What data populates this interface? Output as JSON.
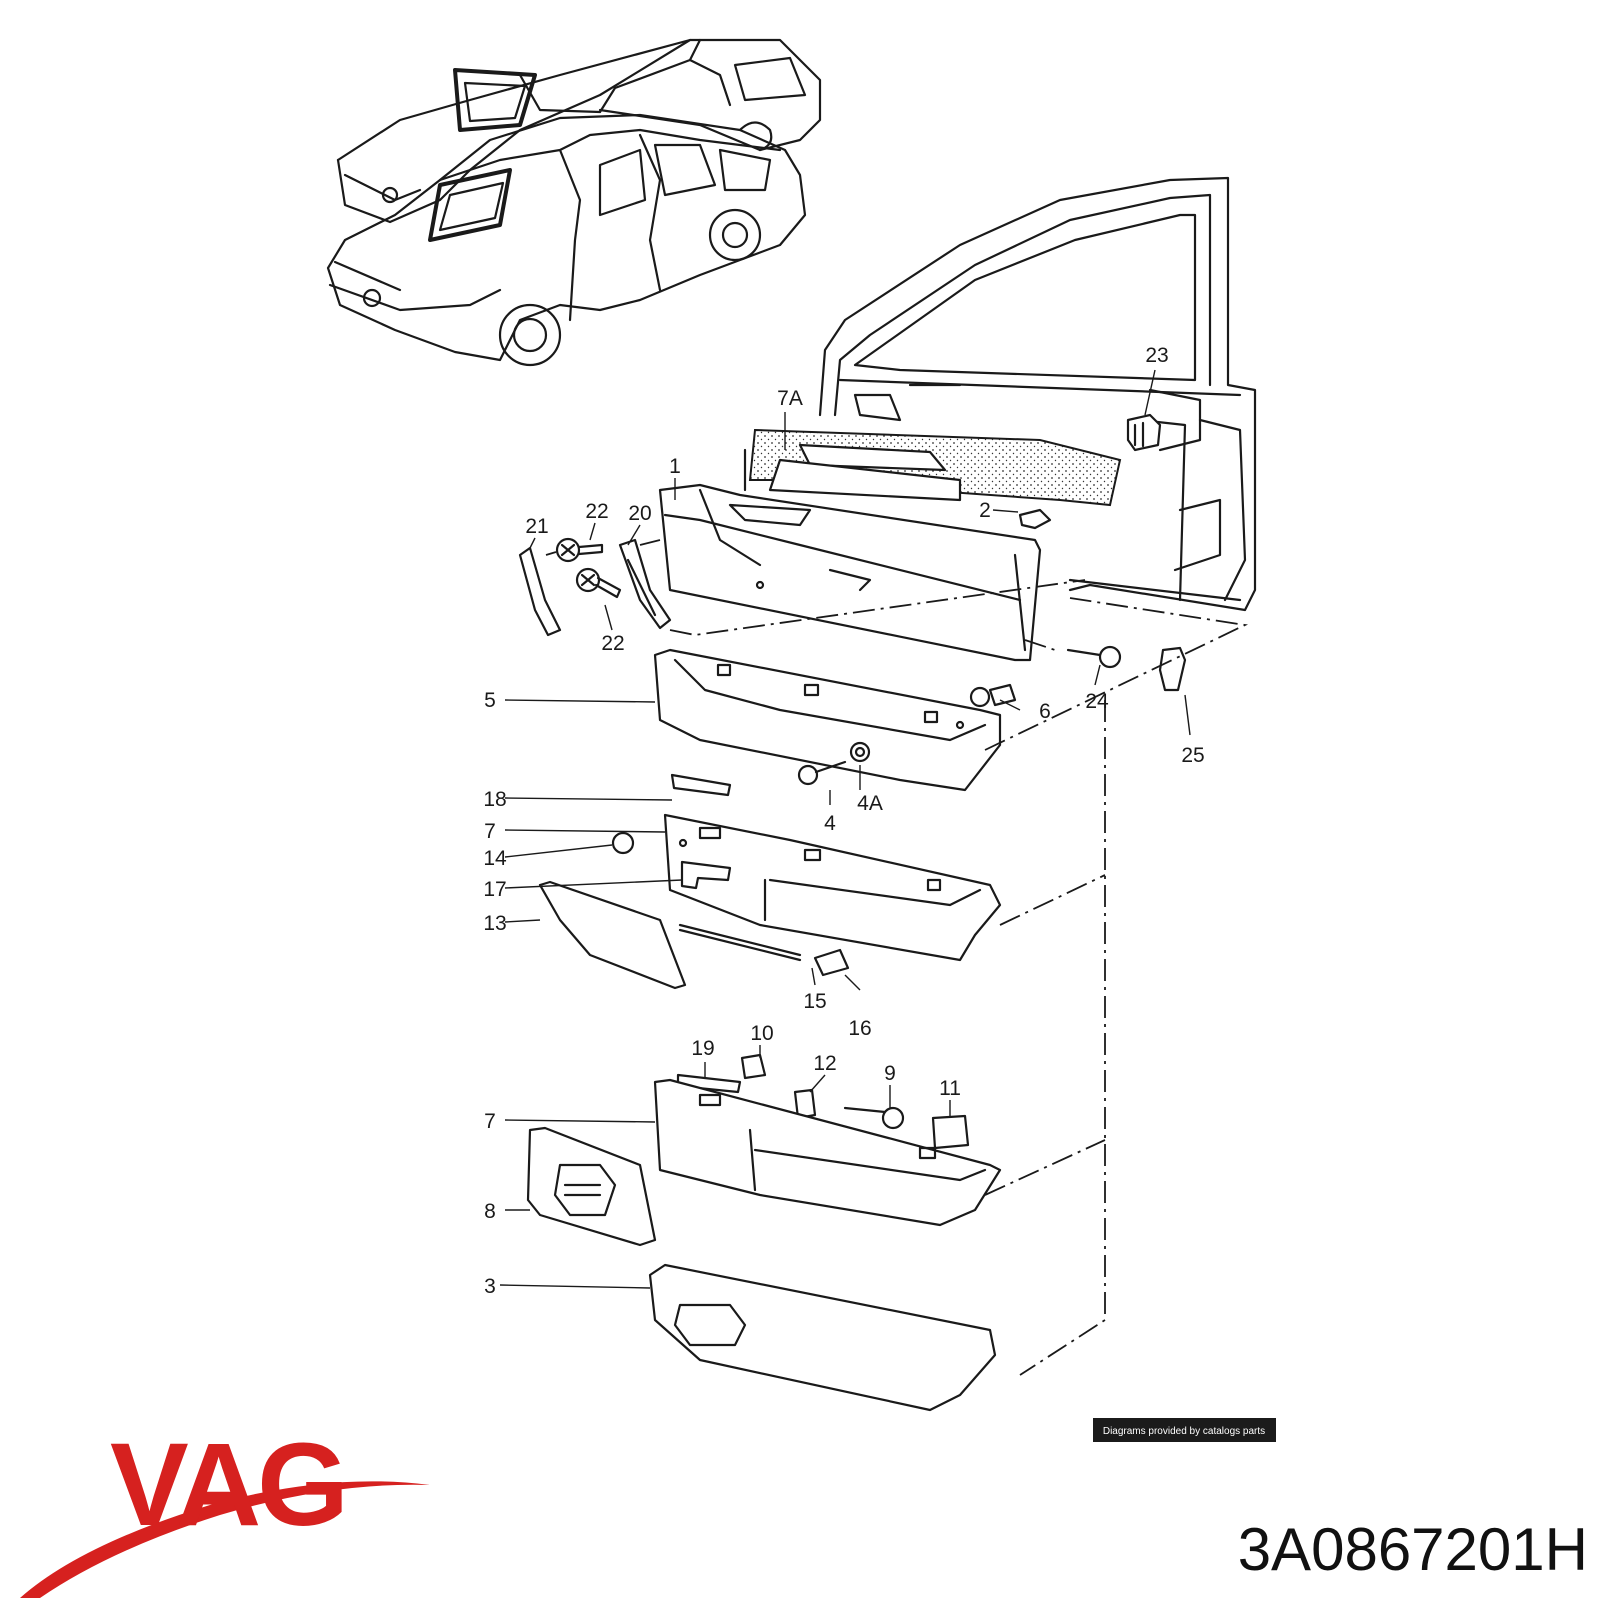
{
  "callouts": [
    {
      "text": "1"
    },
    {
      "text": "2"
    },
    {
      "text": "3"
    },
    {
      "text": "4"
    },
    {
      "text": "4A"
    },
    {
      "text": "5"
    },
    {
      "text": "6"
    },
    {
      "text": "7"
    },
    {
      "text": "7"
    },
    {
      "text": "7A"
    },
    {
      "text": "8"
    },
    {
      "text": "9"
    },
    {
      "text": "10"
    },
    {
      "text": "11"
    },
    {
      "text": "12"
    },
    {
      "text": "13"
    },
    {
      "text": "14"
    },
    {
      "text": "15"
    },
    {
      "text": "16"
    },
    {
      "text": "17"
    },
    {
      "text": "18"
    },
    {
      "text": "19"
    },
    {
      "text": "20"
    },
    {
      "text": "21"
    },
    {
      "text": "22"
    },
    {
      "text": "22"
    },
    {
      "text": "23"
    },
    {
      "text": "24"
    },
    {
      "text": "25"
    }
  ],
  "credit": "Diagrams provided by catalogs parts",
  "brand": {
    "name": "VAG",
    "color": "#d6211f"
  },
  "part_number": "3A0867201H"
}
